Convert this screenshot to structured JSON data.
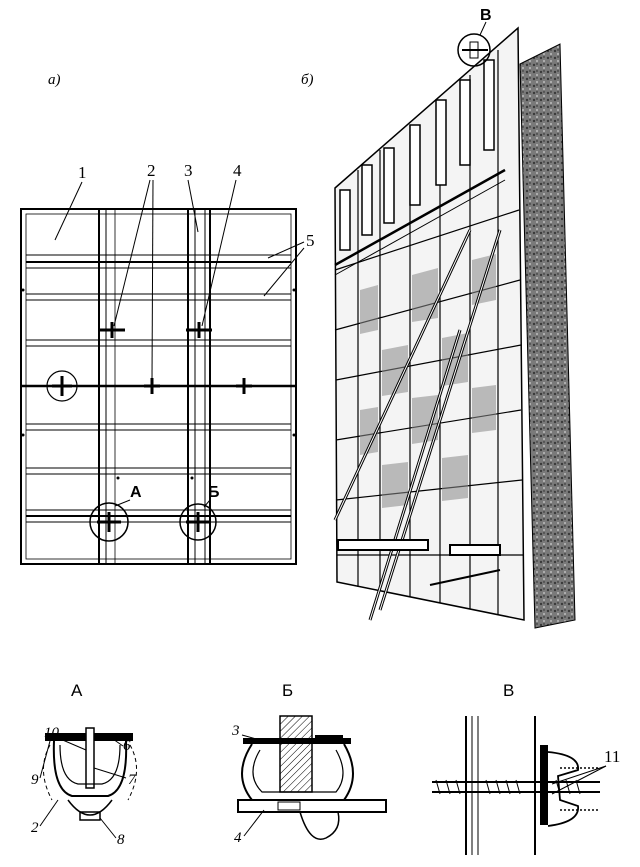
{
  "panels": {
    "a": {
      "label": "а)"
    },
    "b": {
      "label": "б)"
    }
  },
  "plan_callouts": [
    "1",
    "2",
    "3",
    "4",
    "5"
  ],
  "node_marks": {
    "A": "А",
    "B": "Б",
    "V": "В"
  },
  "details": {
    "A": {
      "title": "А",
      "callouts": [
        "10",
        "6",
        "9",
        "7",
        "2",
        "8"
      ]
    },
    "B": {
      "title": "Б",
      "callouts": [
        "3",
        "4"
      ]
    },
    "V": {
      "title": "В",
      "callouts": [
        "11"
      ]
    }
  }
}
